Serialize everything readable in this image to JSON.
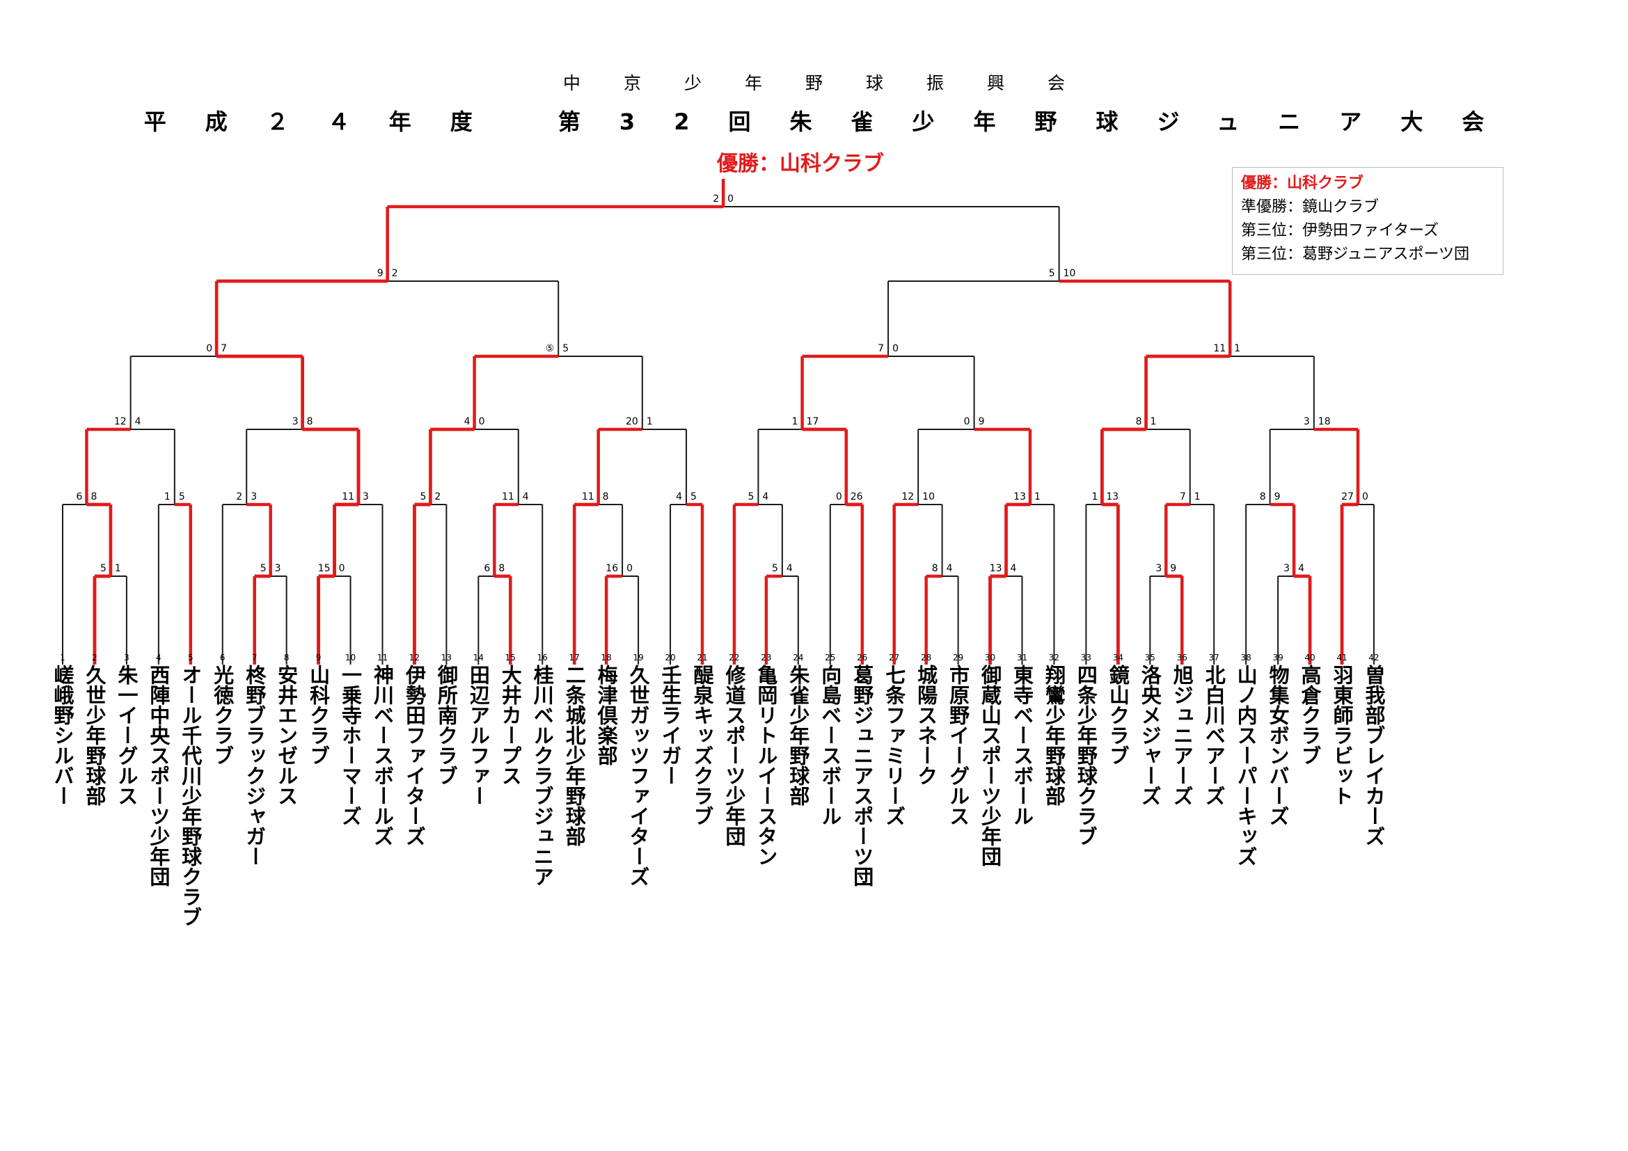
{
  "header": {
    "organizer": "中京少年野球振興会",
    "title": "平成２４年度 第32回朱雀少年野球ジュニア大会",
    "winner_banner": "優勝：山科クラブ"
  },
  "results": [
    "優勝：山科クラブ",
    "準優勝：鏡山クラブ",
    "第三位：伊勢田ファイターズ",
    "第三位：葛野ジュニアスポーツ団"
  ],
  "teams": [
    "嵯峨野シルバー",
    "久世少年野球部",
    "朱一イーグルス",
    "西陣中央スポーツ少年団",
    "オール千代川少年野球クラブ",
    "光徳クラブ",
    "柊野ブラックジャガー",
    "安井エンゼルス",
    "山科クラブ",
    "一乗寺ホーマーズ",
    "神川ベースボールズ",
    "伊勢田ファイターズ",
    "御所南クラブ",
    "田辺アルファー",
    "大井カープス",
    "桂川ベルクラブジュニア",
    "二条城北少年野球部",
    "梅津倶楽部",
    "久世ガッツファイターズ",
    "壬生ライガー",
    "醍泉キッズクラブ",
    "修道スポーツ少年団",
    "亀岡リトルイースタン",
    "朱雀少年野球部",
    "向島ベースボール",
    "葛野ジュニアスポーツ団",
    "七条ファミリーズ",
    "城陽スネーク",
    "市原野イーグルス",
    "御蔵山スポーツ少年団",
    "東寺ベースボール",
    "翔鸞少年野球部",
    "四条少年野球クラブ",
    "鏡山クラブ",
    "洛央メジャーズ",
    "旭ジュニアーズ",
    "北白川ベアーズ",
    "山ノ内スーパーキッズ",
    "物集女ボンバーズ",
    "高倉クラブ",
    "羽東師ラビット",
    "曽我部ブレイカーズ"
  ],
  "matches": [
    {
      "id": "g1",
      "a": 2,
      "b": 3,
      "sa": "5",
      "sb": "1",
      "w": "a"
    },
    {
      "id": "g2",
      "a": 7,
      "b": 8,
      "sa": "5",
      "sb": "3",
      "w": "a"
    },
    {
      "id": "g3",
      "a": 9,
      "b": 10,
      "sa": "15",
      "sb": "0",
      "w": "a"
    },
    {
      "id": "g4",
      "a": 14,
      "b": 15,
      "sa": "6",
      "sb": "8",
      "w": "b"
    },
    {
      "id": "g5",
      "a": 18,
      "b": 19,
      "sa": "16",
      "sb": "0",
      "w": "a"
    },
    {
      "id": "g6",
      "a": 23,
      "b": 24,
      "sa": "5",
      "sb": "4",
      "w": "a"
    },
    {
      "id": "g7",
      "a": 28,
      "b": 29,
      "sa": "8",
      "sb": "4",
      "w": "a"
    },
    {
      "id": "g8",
      "a": 30,
      "b": 31,
      "sa": "13",
      "sb": "4",
      "w": "a"
    },
    {
      "id": "g9",
      "a": 35,
      "b": 36,
      "sa": "3",
      "sb": "9",
      "w": "b"
    },
    {
      "id": "g10",
      "a": 39,
      "b": 40,
      "sa": "3",
      "sb": "4",
      "w": "b"
    },
    {
      "id": "h1",
      "a": 1,
      "b": "g1",
      "sa": "6",
      "sb": "8",
      "w": "b"
    },
    {
      "id": "h2",
      "a": 4,
      "b": 5,
      "sa": "1",
      "sb": "5",
      "w": "b"
    },
    {
      "id": "h3",
      "a": 6,
      "b": "g2",
      "sa": "2",
      "sb": "3",
      "w": "b"
    },
    {
      "id": "h4",
      "a": "g3",
      "b": 11,
      "sa": "11",
      "sb": "3",
      "w": "a"
    },
    {
      "id": "h5",
      "a": 12,
      "b": 13,
      "sa": "5",
      "sb": "2",
      "w": "a"
    },
    {
      "id": "h6",
      "a": "g4",
      "b": 16,
      "sa": "11",
      "sb": "4",
      "w": "a"
    },
    {
      "id": "h7",
      "a": 17,
      "b": "g5",
      "sa": "11",
      "sb": "8",
      "w": "a"
    },
    {
      "id": "h8",
      "a": 20,
      "b": 21,
      "sa": "4",
      "sb": "5",
      "w": "b"
    },
    {
      "id": "h9",
      "a": 22,
      "b": "g6",
      "sa": "5",
      "sb": "4",
      "w": "a"
    },
    {
      "id": "h10",
      "a": 25,
      "b": 26,
      "sa": "0",
      "sb": "26",
      "w": "b"
    },
    {
      "id": "h11",
      "a": 27,
      "b": "g7",
      "sa": "12",
      "sb": "10",
      "w": "a"
    },
    {
      "id": "h12",
      "a": "g8",
      "b": 32,
      "sa": "13",
      "sb": "1",
      "w": "a"
    },
    {
      "id": "h13",
      "a": 33,
      "b": 34,
      "sa": "1",
      "sb": "13",
      "w": "b"
    },
    {
      "id": "h14",
      "a": "g9",
      "b": 37,
      "sa": "7",
      "sb": "1",
      "w": "a"
    },
    {
      "id": "h15",
      "a": 38,
      "b": "g10",
      "sa": "8",
      "sb": "9",
      "w": "b"
    },
    {
      "id": "h16",
      "a": 41,
      "b": 42,
      "sa": "27",
      "sb": "0",
      "w": "a"
    },
    {
      "id": "i1",
      "a": "h1",
      "b": "h2",
      "sa": "12",
      "sb": "4",
      "w": "a"
    },
    {
      "id": "i2",
      "a": "h3",
      "b": "h4",
      "sa": "3",
      "sb": "8",
      "w": "b"
    },
    {
      "id": "i3",
      "a": "h5",
      "b": "h6",
      "sa": "4",
      "sb": "0",
      "w": "a"
    },
    {
      "id": "i4",
      "a": "h7",
      "b": "h8",
      "sa": "20",
      "sb": "1",
      "w": "a"
    },
    {
      "id": "i5",
      "a": "h9",
      "b": "h10",
      "sa": "1",
      "sb": "17",
      "w": "b"
    },
    {
      "id": "i6",
      "a": "h11",
      "b": "h12",
      "sa": "0",
      "sb": "9",
      "w": "b"
    },
    {
      "id": "i7",
      "a": "h13",
      "b": "h14",
      "sa": "8",
      "sb": "1",
      "w": "a"
    },
    {
      "id": "i8",
      "a": "h15",
      "b": "h16",
      "sa": "3",
      "sb": "18",
      "w": "b"
    },
    {
      "id": "j1",
      "a": "i1",
      "b": "i2",
      "sa": "0",
      "sb": "7",
      "w": "b"
    },
    {
      "id": "j2",
      "a": "i3",
      "b": "i4",
      "sa": "⑤",
      "sb": "5",
      "w": "a"
    },
    {
      "id": "j3",
      "a": "i5",
      "b": "i6",
      "sa": "7",
      "sb": "0",
      "w": "a"
    },
    {
      "id": "j4",
      "a": "i7",
      "b": "i8",
      "sa": "11",
      "sb": "1",
      "w": "a"
    },
    {
      "id": "k1",
      "a": "j1",
      "b": "j2",
      "sa": "9",
      "sb": "2",
      "w": "a"
    },
    {
      "id": "k2",
      "a": "j3",
      "b": "j4",
      "sa": "5",
      "sb": "10",
      "w": "b"
    },
    {
      "id": "f",
      "a": "k1",
      "b": "k2",
      "sa": "2",
      "sb": "0",
      "w": "a"
    }
  ]
}
